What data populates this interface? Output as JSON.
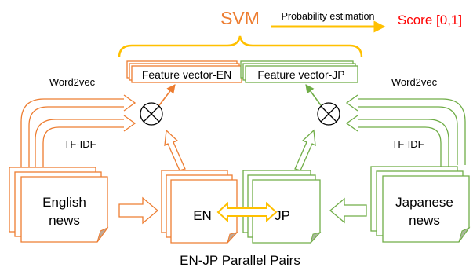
{
  "diagram": {
    "svm_label": "SVM",
    "probability_label": "Probability estimation",
    "score_label": "Score [0,1]",
    "feature_en": "Feature vector-EN",
    "feature_jp": "Feature vector-JP",
    "word2vec_left": "Word2vec",
    "word2vec_right": "Word2vec",
    "tfidf_left": "TF-IDF",
    "tfidf_right": "TF-IDF",
    "english_news_line1": "English",
    "english_news_line2": "news",
    "japanese_news_line1": "Japanese",
    "japanese_news_line2": "news",
    "en_label": "EN",
    "jp_label": "JP",
    "caption": "EN-JP Parallel Pairs"
  },
  "colors": {
    "orange": "#ED7D31",
    "green": "#70AD47",
    "gold": "#FFC000",
    "red": "#FF0000",
    "dog_ear": "#C2A793"
  }
}
